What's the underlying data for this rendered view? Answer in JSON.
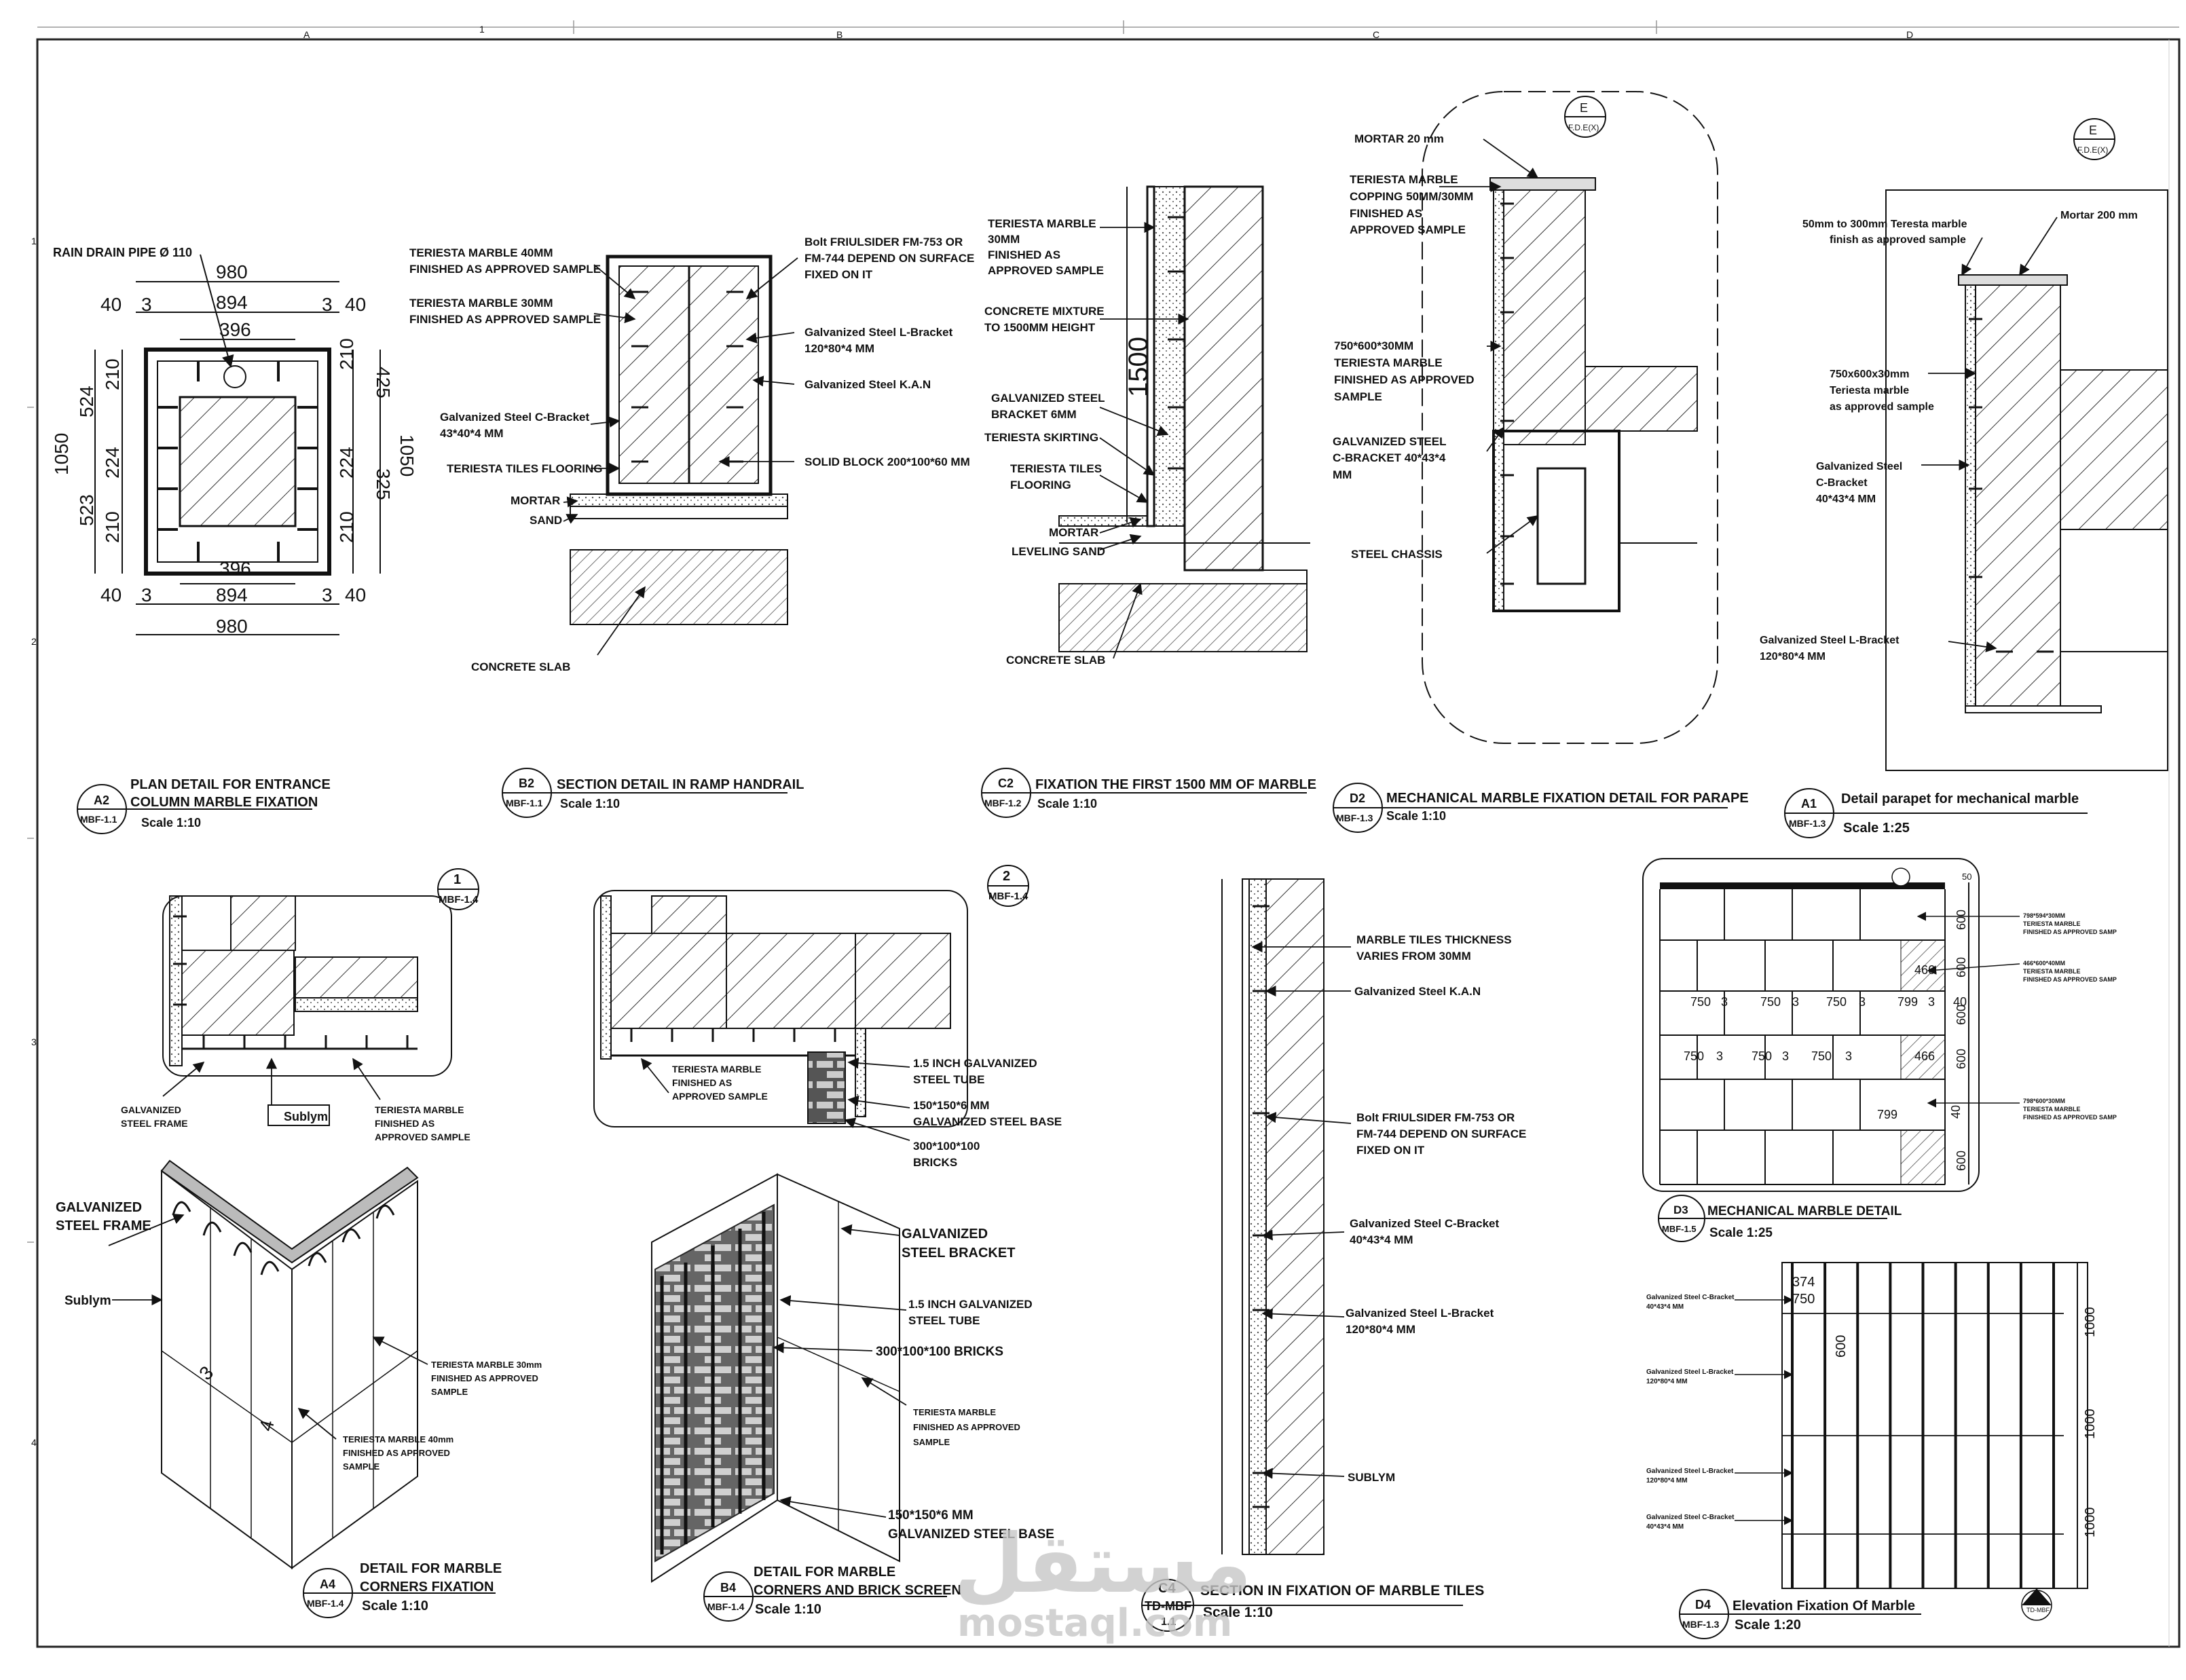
{
  "sheet": {
    "grid_cols": [
      "A",
      "1",
      "B",
      "C",
      "D"
    ],
    "grid_rows": [
      "1",
      "2",
      "3",
      "4"
    ]
  },
  "details": {
    "a2": {
      "tag_id": "A2",
      "tag_sheet": "MBF-1.1",
      "title_1": "PLAN DETAIL FOR ENTRANCE",
      "title_2": "COLUMN MARBLE FIXATION",
      "scale": "Scale 1:10",
      "labels": {
        "pipe": "RAIN DRAIN PIPE Ø 110"
      },
      "dims": {
        "top_total": "980",
        "top_mid": "894",
        "top_l": "40",
        "top_r": "40",
        "three": "3",
        "inner": "396",
        "left_total": "1050",
        "left_a": "524",
        "left_b": "210",
        "left_c": "224",
        "left_d": "523",
        "right_a": "425",
        "right_b": "325",
        "right_total": "1050"
      }
    },
    "b2": {
      "tag_id": "B2",
      "tag_sheet": "MBF-1.1",
      "title_1": "SECTION DETAIL IN RAMP HANDRAIL",
      "scale": "Scale 1:10",
      "labels": {
        "l1a": "TERIESTA MARBLE 40MM",
        "l1b": "FINISHED AS APPROVED SAMPLE",
        "l2a": "TERIESTA MARBLE 30MM",
        "l2b": "FINISHED AS APPROVED SAMPLE",
        "l3a": "Galvanized Steel C-Bracket",
        "l3b": "43*40*4 MM",
        "l4": "TERIESTA TILES FLOORING",
        "l5": "MORTAR",
        "l6": "SAND",
        "l7": "CONCRETE SLAB",
        "r1a": "Bolt FRIULSIDER FM-753 OR",
        "r1b": "FM-744 DEPEND ON SURFACE",
        "r1c": "FIXED ON IT",
        "r2a": "Galvanized Steel L-Bracket",
        "r2b": "120*80*4 MM",
        "r3": "Galvanized Steel K.A.N",
        "r4": "SOLID BLOCK 200*100*60 MM"
      }
    },
    "c2": {
      "tag_id": "C2",
      "tag_sheet": "MBF-1.2",
      "title_1": "FIXATION THE FIRST 1500 MM OF MARBLE",
      "scale": "Scale 1:10",
      "dim": "1500",
      "labels": {
        "l1a": "TERIESTA MARBLE",
        "l1b": "30MM",
        "l1c": "FINISHED AS",
        "l1d": "APPROVED SAMPLE",
        "l2a": "CONCRETE MIXTURE",
        "l2b": "TO 1500MM HEIGHT",
        "l3a": "GALVANIZED STEEL",
        "l3b": "BRACKET 6MM",
        "l4": "TERIESTA SKIRTING",
        "l5a": "TERIESTA TILES",
        "l5b": "FLOORING",
        "l6": "MORTAR",
        "l7": "LEVELING SAND",
        "l8": "CONCRETE SLAB"
      }
    },
    "d2": {
      "tag_id": "D2",
      "tag_sheet": "MBF-1.3",
      "title_1": "MECHANICAL MARBLE FIXATION DETAIL FOR PARAPE",
      "scale": "Scale 1:10",
      "callout_letter": "E",
      "callout_sheet": "F.D.E(X)",
      "labels": {
        "l1": "MORTAR 20 mm",
        "l2a": "TERIESTA MARBLE",
        "l2b": "COPPING 50MM/30MM",
        "l2c": "FINISHED AS",
        "l2d": "APPROVED SAMPLE",
        "l3a": "750*600*30MM",
        "l3b": "TERIESTA MARBLE",
        "l3c": "FINISHED AS APPROVED",
        "l3d": "SAMPLE",
        "l4a": "GALVANIZED STEEL",
        "l4b": "C-BRACKET 40*43*4",
        "l4c": "MM",
        "l5": "STEEL CHASSIS"
      }
    },
    "a1": {
      "tag_id": "A1",
      "tag_sheet": "MBF-1.3",
      "title_1": "Detail parapet for mechanical marble",
      "scale": "Scale 1:25",
      "callout_letter": "E",
      "callout_sheet": "F.D.E(X)",
      "labels": {
        "l1a": "50mm to 300mm Teresta marble",
        "l1b": "finish as approved sample",
        "l2": "Mortar 200 mm",
        "l3a": "750x600x30mm",
        "l3b": "Teriesta marble",
        "l3c": "as approved sample",
        "l4a": "Galvanized Steel",
        "l4b": "C-Bracket",
        "l4c": "40*43*4 MM",
        "l5a": "Galvanized Steel L-Bracket",
        "l5b": "120*80*4 MM"
      }
    },
    "d3": {
      "tag_id": "D3",
      "tag_sheet": "MBF-1.5",
      "title_1": "MECHANICAL MARBLE  DETAIL",
      "scale": "Scale 1:25",
      "rows": [
        [
          "750",
          "3",
          "750",
          "3",
          "750",
          "3",
          "799",
          "3",
          "40"
        ],
        [
          "750",
          "3",
          "750",
          "3",
          "750",
          "3",
          "466"
        ]
      ],
      "side_dims": [
        "600",
        "600",
        "600",
        "600",
        "600"
      ],
      "top_dim": "50",
      "right_dims": [
        "40"
      ],
      "small_466": "466",
      "small_799": "799",
      "notes": [
        {
          "a": "798*594*30MM",
          "b": "TERIESTA MARBLE",
          "c": "FINISHED AS APPROVED SAMP"
        },
        {
          "a": "466*600*40MM",
          "b": "TERIESTA MARBLE",
          "c": "FINISHED AS APPROVED SAMP"
        },
        {
          "a": "798*600*30MM",
          "b": "TERIESTA MARBLE",
          "c": "FINISHED AS APPROVED SAMP"
        }
      ]
    },
    "d4": {
      "tag_id": "D4",
      "tag_sheet": "MBF-1.3",
      "title_1": "Elevation Fixation Of Marble",
      "scale": "Scale 1:20",
      "dims": {
        "w1": "374",
        "w2": "750",
        "h1": "600",
        "r1": "1000",
        "r2": "1000",
        "r3": "1000"
      },
      "labels": [
        {
          "a": "Galvanized Steel C-Bracket",
          "b": "40*43*4 MM"
        },
        {
          "a": "Galvanized Steel L-Bracket",
          "b": "120*80*4 MM"
        },
        {
          "a": "Galvanized Steel L-Bracket",
          "b": "120*80*4 MM"
        },
        {
          "a": "Galvanized Steel C-Bracket",
          "b": "40*43*4 MM"
        }
      ],
      "callout_letter": "C4",
      "callout_sheet": "TD-MBF"
    },
    "det1": {
      "tag_id": "1",
      "tag_sheet": "MBF-1.4",
      "labels": {
        "l1a": "GALVANIZED",
        "l1b": "STEEL FRAME",
        "l2": "Sublym",
        "l3a": "TERIESTA MARBLE",
        "l3b": "FINISHED AS",
        "l3c": "APPROVED SAMPLE"
      }
    },
    "det2": {
      "tag_id": "2",
      "tag_sheet": "MBF-1.4",
      "labels": {
        "l1a": "TERIESTA MARBLE",
        "l1b": "FINISHED AS",
        "l1c": "APPROVED SAMPLE",
        "r1a": "1.5 INCH GALVANIZED",
        "r1b": "STEEL TUBE",
        "r2a": "150*150*6 MM",
        "r2b": "GALVANIZED STEEL BASE",
        "r3a": "300*100*100",
        "r3b": "BRICKS"
      }
    },
    "c4": {
      "tag_id": "C4",
      "tag_sheet": "TD-MBF",
      "tag_sheet2": "1.1",
      "title_1": "SECTION IN FIXATION OF MARBLE TILES",
      "scale": "Scale 1:10",
      "labels": {
        "l1a": "MARBLE TILES THICKNESS",
        "l1b": "VARIES FROM 30MM",
        "l2": "Galvanized Steel K.A.N",
        "l3a": "Bolt FRIULSIDER FM-753 OR",
        "l3b": "FM-744 DEPEND ON SURFACE",
        "l3c": "FIXED ON IT",
        "l4a": "Galvanized Steel C-Bracket",
        "l4b": "40*43*4 MM",
        "l5a": "Galvanized Steel L-Bracket",
        "l5b": "120*80*4 MM",
        "l6": "SUBLYM"
      }
    },
    "a4": {
      "tag_id": "A4",
      "tag_sheet": "MBF-1.4",
      "title_1": "DETAIL FOR MARBLE",
      "title_2": "CORNERS FIXATION",
      "scale": "Scale 1:10",
      "labels": {
        "l1a": "GALVANIZED",
        "l1b": "STEEL FRAME",
        "l2": "Sublym",
        "l3a": "TERIESTA MARBLE 30mm",
        "l3b": "FINISHED AS APPROVED",
        "l3c": "SAMPLE",
        "l4a": "TERIESTA MARBLE 40mm",
        "l4b": "FINISHED AS APPROVED",
        "l4c": "SAMPLE",
        "d1": "3",
        "d2": "4"
      }
    },
    "b4": {
      "tag_id": "B4",
      "tag_sheet": "MBF-1.4",
      "title_1": "DETAIL FOR MARBLE",
      "title_2": "CORNERS AND BRICK SCREEN",
      "scale": "Scale 1:10",
      "labels": {
        "l1a": "GALVANIZED",
        "l1b": "STEEL BRACKET",
        "l2a": "1.5 INCH GALVANIZED",
        "l2b": "STEEL TUBE",
        "l3": "300*100*100 BRICKS",
        "l4a": "TERIESTA MARBLE",
        "l4b": "FINISHED AS APPROVED",
        "l4c": "SAMPLE",
        "l5a": "150*150*6 MM",
        "l5b": "GALVANIZED STEEL BASE"
      }
    }
  },
  "watermark": {
    "arabic": "مستقل",
    "latin": "mostaql.com"
  }
}
